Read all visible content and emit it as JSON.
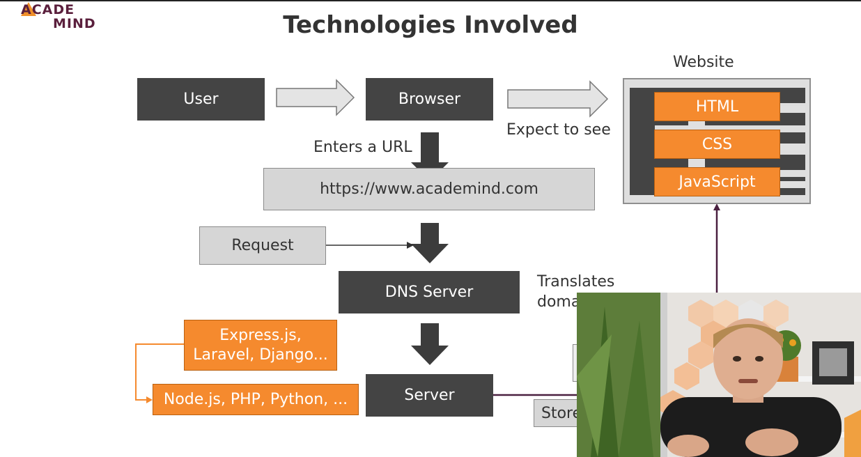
{
  "logo": {
    "line1": "ACADE",
    "line2": "MIND"
  },
  "title": "Technologies Involved",
  "nodes": {
    "user": "User",
    "browser": "Browser",
    "url": "https://www.academind.com",
    "request": "Request",
    "dns": "DNS Server",
    "frameworks": "Express.js,\nLaravel, Django...",
    "languages": "Node.js, PHP, Python, ...",
    "server": "Server",
    "store": "Store",
    "website_label": "Website",
    "html": "HTML",
    "css": "CSS",
    "javascript": "JavaScript"
  },
  "edge_labels": {
    "enters_url": "Enters a URL",
    "expect_to_see": "Expect to see",
    "translates": "Translates",
    "domain": "doma"
  },
  "colors": {
    "dark": "#444444",
    "light": "#d6d6d6",
    "orange": "#f58a2e",
    "connector": "#4a2040"
  }
}
